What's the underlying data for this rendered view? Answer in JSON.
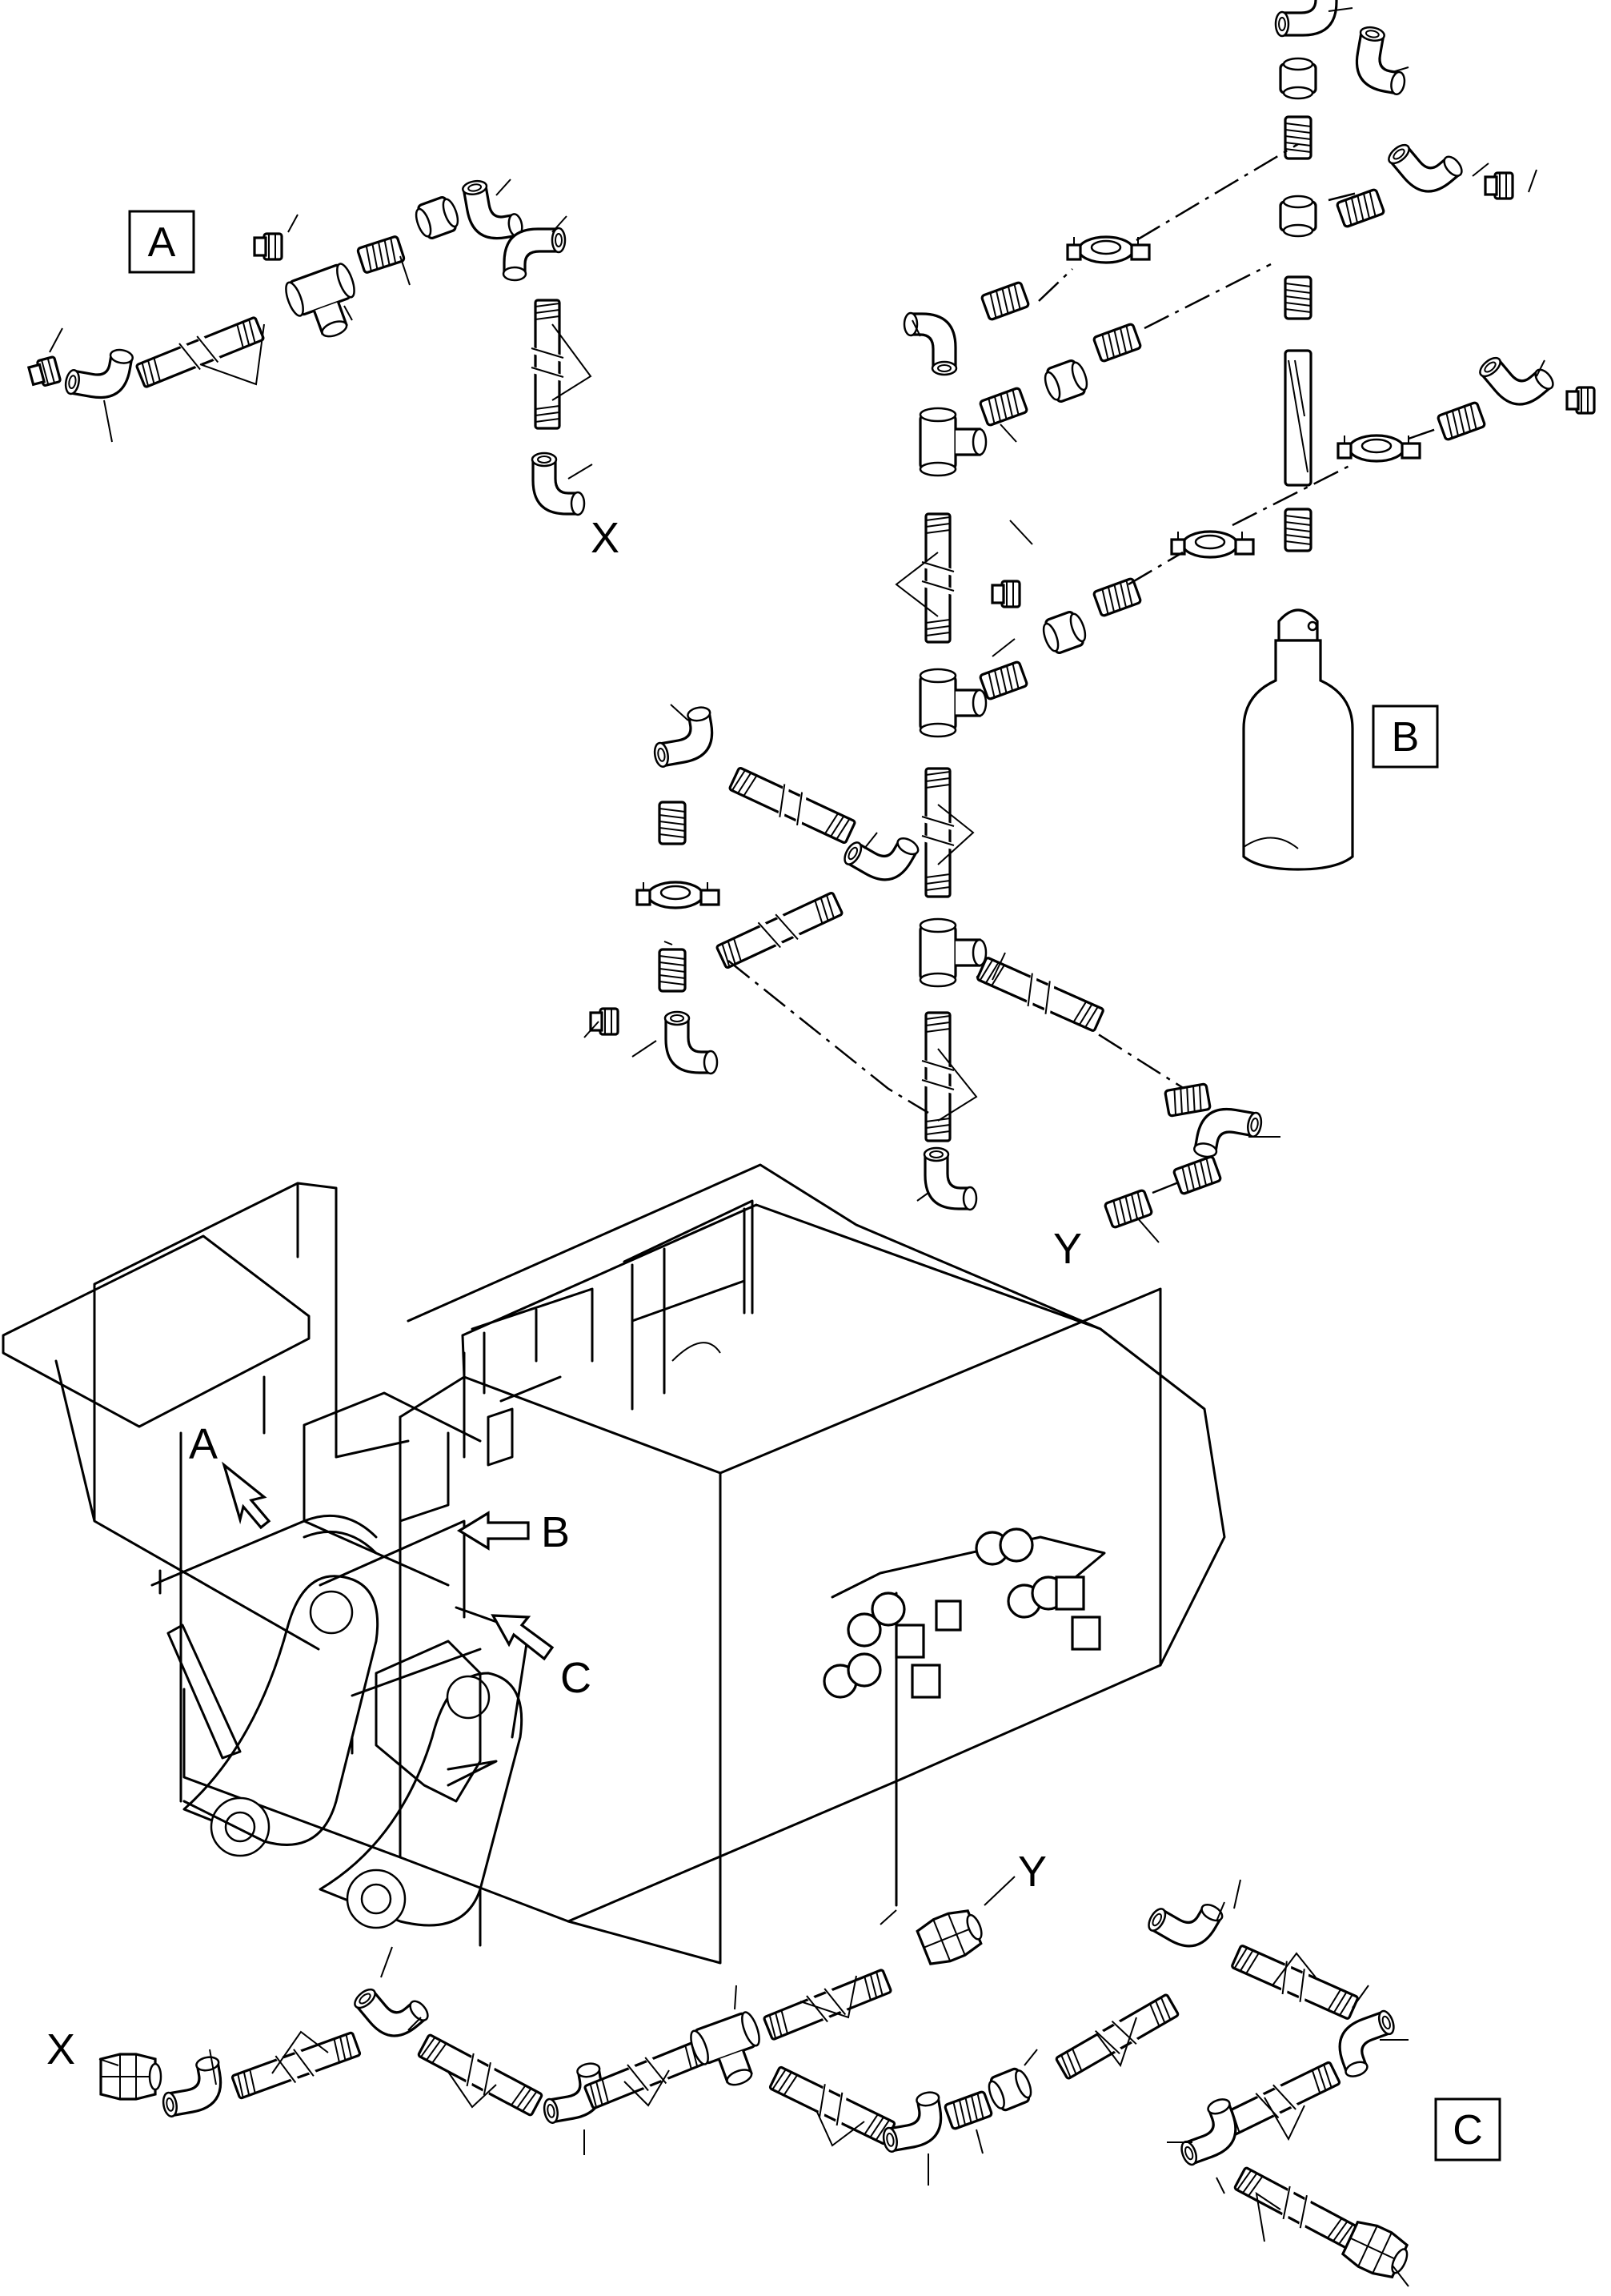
{
  "views": [
    {
      "key": "A",
      "label": "A"
    },
    {
      "key": "B",
      "label": "B"
    },
    {
      "key": "C",
      "label": "C"
    }
  ],
  "connection_points": {
    "x_top": "X",
    "y_mid": "Y",
    "x_bottom": "X",
    "y_bottom": "Y"
  },
  "location_arrows": [
    {
      "key": "A",
      "label": "A"
    },
    {
      "key": "B",
      "label": "B"
    },
    {
      "key": "C",
      "label": "C"
    }
  ]
}
